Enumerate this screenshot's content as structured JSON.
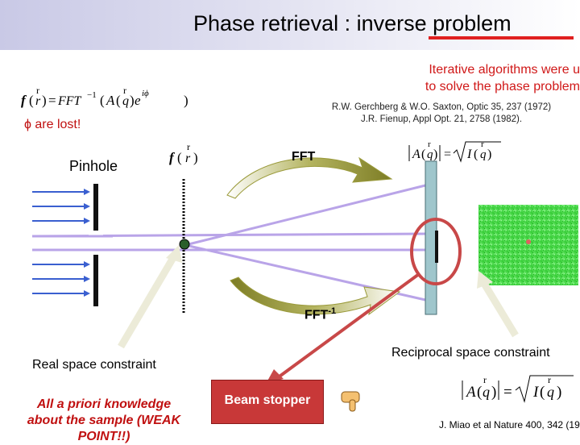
{
  "title": "Phase retrieval : inverse problem",
  "iterative_note": [
    "Iterative algorithms were u",
    "to solve the phase problem"
  ],
  "references": {
    "ref1": "R.W. Gerchberg & W.O. Saxton, Optic 35, 237 (1972)",
    "ref2": "J.R. Fienup, Appl Opt. 21, 2758 (1982)."
  },
  "phase_lost": "ϕ are lost!",
  "pinhole_label": "Pinhole",
  "fft_label": "FFT",
  "fft_inverse_label": "FFT",
  "fft_inverse_exp": "-1",
  "real_space_label": "Real space constraint",
  "reciprocal_space_label": "Reciprocal space constraint",
  "knowledge_note": [
    "All a priori knowledge",
    "about the sample (WEAK",
    "POINT!!)"
  ],
  "beam_stopper_label": "Beam stopper",
  "miao_ref": "J. Miao et al Nature 400,  342 (19",
  "equations": {
    "main": "f(r) = FFT⁻¹(A(q)e^{iϕ})",
    "f_of_r": "f(r)",
    "amplitude": "|A(q)| = √I(q)",
    "amplitude_bottom": "|A(q)| = √I(q)"
  },
  "colors": {
    "title_underline": "#e02020",
    "red_text": "#d01818",
    "beam_blue": "#3a5fd0",
    "beam_lavender": "#b9a4e8",
    "arrow_olive": "#9a9a3a",
    "detector": "#9fc6cc",
    "speckle_green": "#3fd63f",
    "beam_stopper": "#c83838"
  }
}
